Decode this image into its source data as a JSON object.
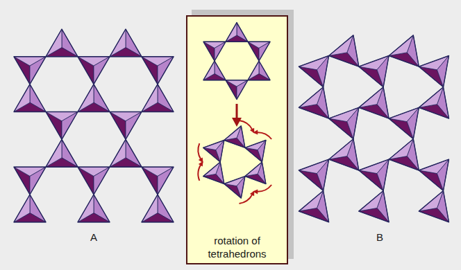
{
  "diagram": {
    "nodes": [
      {
        "text": [
          "rotation of tetrahedrons"
        ]
      }
    ],
    "labels": [
      "A",
      "B"
    ]
  }
}
